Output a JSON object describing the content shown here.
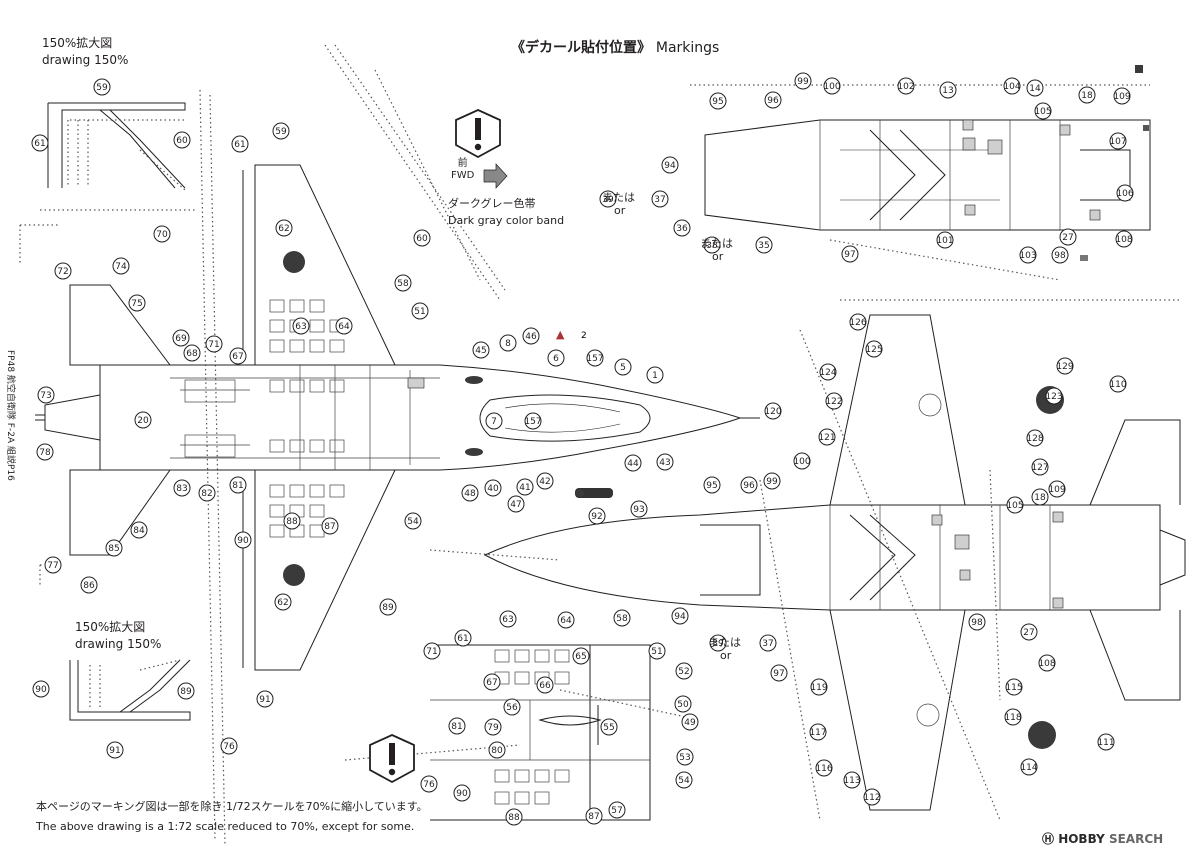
{
  "title": {
    "jp": "《デカール貼付位置》",
    "en": "Markings"
  },
  "zoom_top": {
    "jp": "150%拡大図",
    "en": "drawing 150%"
  },
  "zoom_bottom": {
    "jp": "150%拡大図",
    "en": "drawing 150%"
  },
  "forward": {
    "jp": "前",
    "en": "FWD"
  },
  "color_band": {
    "jp": "ダークグレー色帯",
    "en": "Dark gray color band"
  },
  "or_labels": [
    {
      "a": "39",
      "jp": "または",
      "b": "37",
      "en": "or"
    },
    {
      "a": "38",
      "jp": "または",
      "b": "35",
      "en": "or"
    },
    {
      "a": "39",
      "jp": "または",
      "b": "37",
      "en": "or"
    }
  ],
  "vertical_label": "FP48 航空自衛隊 F-2A 組説P16",
  "notes": {
    "jp": "本ページのマーキング図は一部を除き 1/72スケールを70%に縮小しています。",
    "en": "The above drawing is a 1:72 scale reduced to 70%, except for some."
  },
  "brand": {
    "hobby": "HOBBY",
    "search": "SEARCH"
  },
  "callouts": {
    "zoom_top": [
      "59",
      "61",
      "60"
    ],
    "top_view": [
      "59",
      "61",
      "60",
      "62",
      "58",
      "70",
      "74",
      "72",
      "75",
      "51",
      "63",
      "64",
      "69",
      "71",
      "68",
      "67",
      "46",
      "8",
      "6",
      "45",
      "157",
      "5",
      "1",
      "73",
      "20",
      "7",
      "157",
      "78",
      "83",
      "82",
      "81",
      "44",
      "43",
      "41",
      "42",
      "40",
      "48",
      "47",
      "84",
      "85",
      "88",
      "87",
      "54",
      "90",
      "77",
      "86",
      "62",
      "89",
      "91",
      "76"
    ],
    "zoom_bottom": [
      "90",
      "89",
      "91"
    ],
    "inset_bottom": [
      "63",
      "64",
      "58",
      "61",
      "71",
      "51",
      "67",
      "65",
      "52",
      "66",
      "50",
      "56",
      "55",
      "49",
      "81",
      "79",
      "80",
      "53",
      "76",
      "90",
      "88",
      "87",
      "57",
      "54"
    ],
    "upper_right": [
      "99",
      "100",
      "102",
      "13",
      "104",
      "14",
      "105",
      "18",
      "109",
      "95",
      "96",
      "107",
      "94",
      "106",
      "36",
      "97",
      "101",
      "103",
      "98",
      "27",
      "108"
    ],
    "lower_right": [
      "126",
      "125",
      "129",
      "110",
      "124",
      "122",
      "123",
      "120",
      "121",
      "128",
      "127",
      "100",
      "95",
      "96",
      "99",
      "105",
      "18",
      "109",
      "92",
      "93",
      "94",
      "97",
      "98",
      "27",
      "108",
      "119",
      "115",
      "118",
      "117",
      "114",
      "116",
      "113",
      "112",
      "111",
      "110"
    ]
  },
  "markers": {
    "triangle": "▲",
    "number2": "2"
  }
}
